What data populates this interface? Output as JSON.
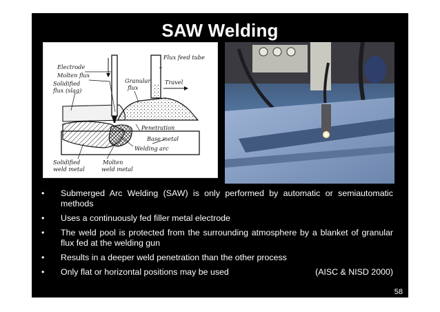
{
  "slide": {
    "title": "SAW Welding",
    "page_number": "58"
  },
  "diagram": {
    "labels": {
      "electrode": "Electrode",
      "molten_flux": "Molten flux",
      "solidified_flux_1": "Solidified",
      "solidified_flux_2": "flux (slag)",
      "granular_flux_1": "Granular",
      "granular_flux_2": "flux",
      "flux_feed_tube": "Flux feed tube",
      "travel": "Travel",
      "penetration": "Penetration",
      "base_metal": "Base metal",
      "welding_arc": "Welding arc",
      "solidified_weld_1": "Solidified",
      "solidified_weld_2": "weld metal",
      "molten_weld_1": "Molten",
      "molten_weld_2": "weld metal"
    }
  },
  "bullets": [
    {
      "text": "Submerged Arc Welding (SAW) is only performed by automatic or semiautomatic methods"
    },
    {
      "text": "Uses a continuously fed filler metal electrode"
    },
    {
      "text": "The weld pool is protected from the surrounding atmosphere by a blanket of granular flux fed at the welding gun"
    },
    {
      "text": "Results in a deeper weld penetration than the other process"
    },
    {
      "text": "Only flat or horizontal positions may be used",
      "citation": "(AISC & NISD 2000)"
    }
  ],
  "bullet_symbol": "•",
  "colors": {
    "slide_background": "#000000",
    "text": "#ffffff",
    "page_background": "#ffffff"
  }
}
